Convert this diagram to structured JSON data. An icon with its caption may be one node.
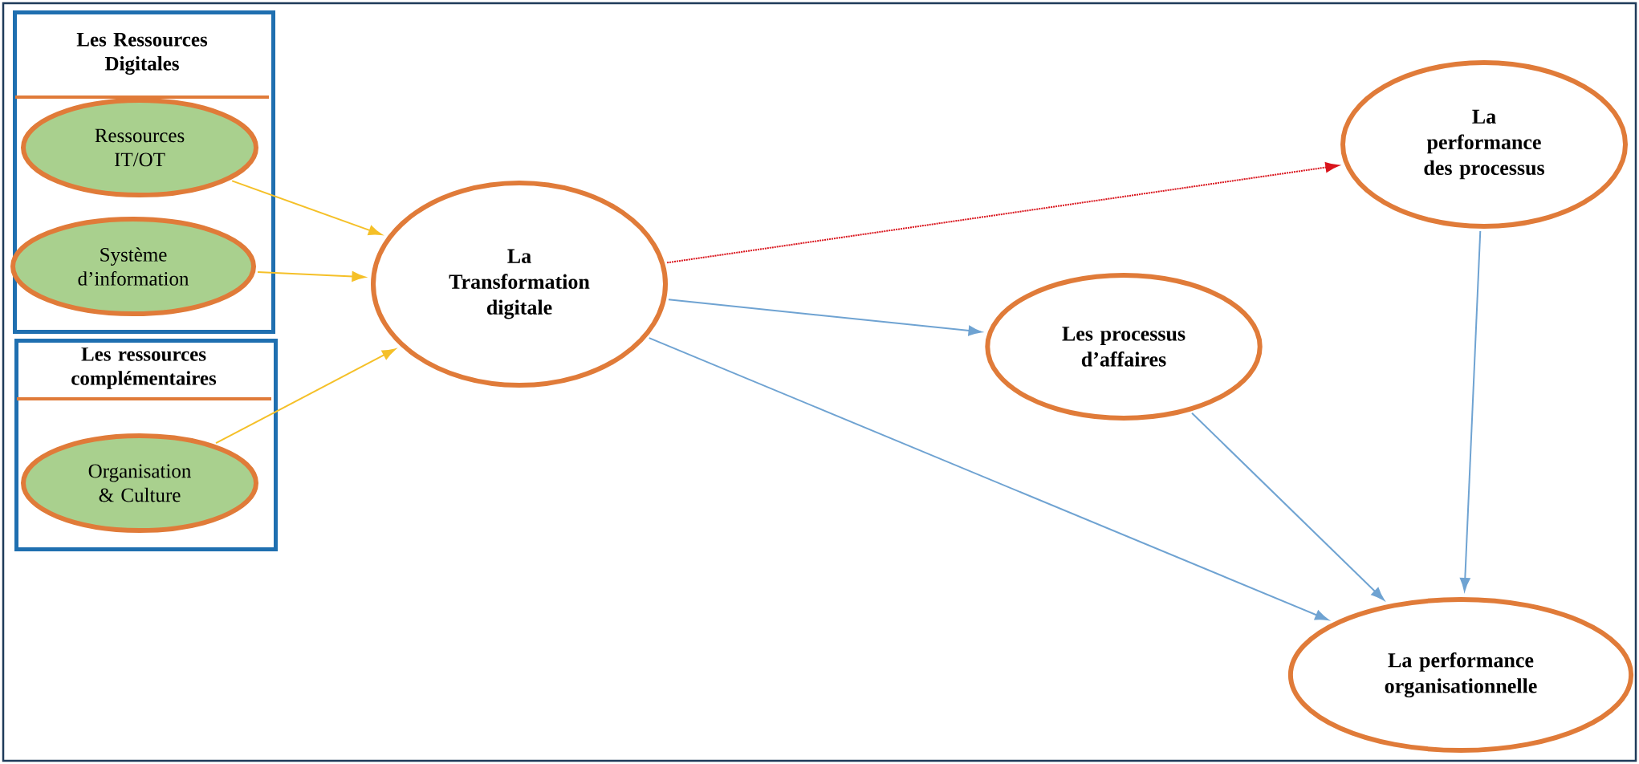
{
  "diagram": {
    "nodes": [
      {
        "text": [
          "Les Ressources Digitales"
        ]
      },
      {
        "text": [
          "Ressources IT/OT"
        ],
        "in": 0
      },
      {
        "text": [
          "Système d’information"
        ],
        "in": 0
      },
      {
        "text": [
          "Les ressources complémentaires"
        ]
      },
      {
        "text": [
          "Organisation & Culture"
        ],
        "in": 3
      },
      {
        "text": [
          "La Transformation digitale"
        ]
      },
      {
        "text": [
          "La performance des processus"
        ]
      },
      {
        "text": [
          "Les processus d’affaires"
        ]
      },
      {
        "text": [
          "La performance organisationnelle"
        ]
      }
    ],
    "edges": [
      {
        "from": 1,
        "to": 5,
        "arrow": "to",
        "color": "#f5c028"
      },
      {
        "from": 2,
        "to": 5,
        "arrow": "to",
        "color": "#f5c028"
      },
      {
        "from": 4,
        "to": 5,
        "arrow": "to",
        "color": "#f5c028"
      },
      {
        "from": 5,
        "to": 6,
        "arrow": "to",
        "style": "dashed",
        "color": "#d9141c"
      },
      {
        "from": 5,
        "to": 7,
        "arrow": "to"
      },
      {
        "from": 5,
        "to": 8,
        "arrow": "to"
      },
      {
        "from": 7,
        "to": 8,
        "arrow": "to"
      },
      {
        "from": 6,
        "to": 8,
        "arrow": "to"
      }
    ]
  }
}
